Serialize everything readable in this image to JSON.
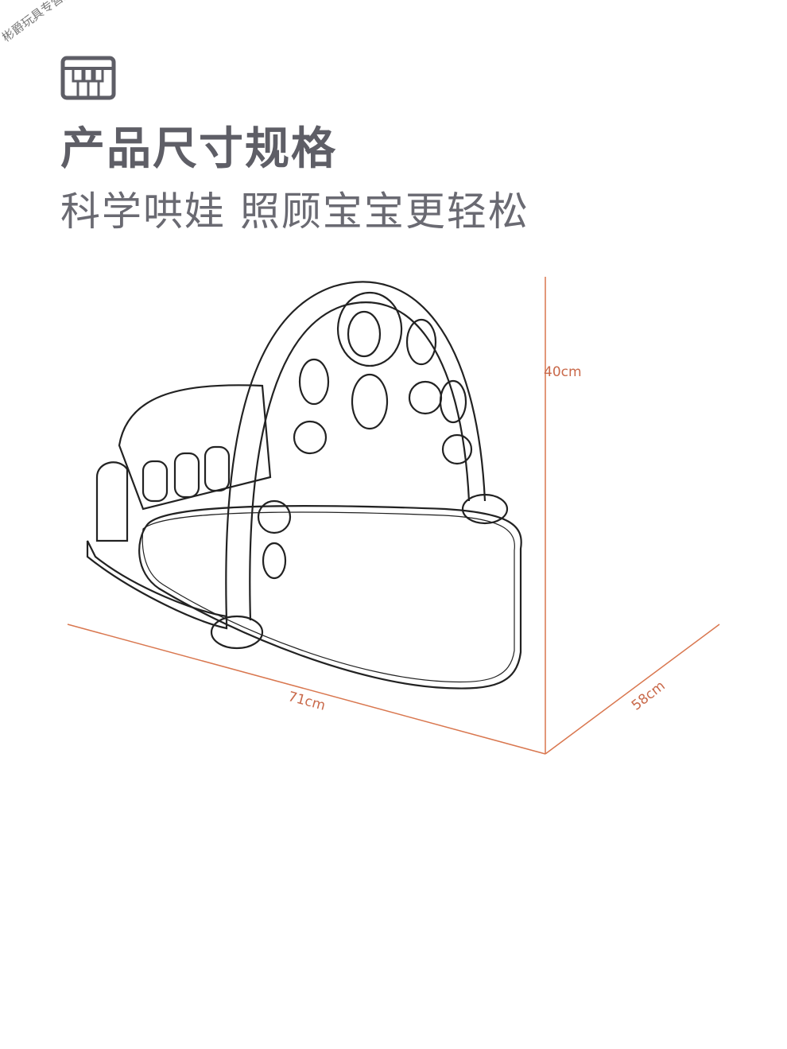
{
  "watermark": "彬爵玩具专营店",
  "header": {
    "icon": "piano-keys-icon",
    "title": "产品尺寸规格",
    "subtitle": "科学哄娃 照顾宝宝更轻松"
  },
  "dimensions": {
    "height": "40cm",
    "length": "71cm",
    "width": "58cm",
    "line_color": "#d9774f"
  }
}
